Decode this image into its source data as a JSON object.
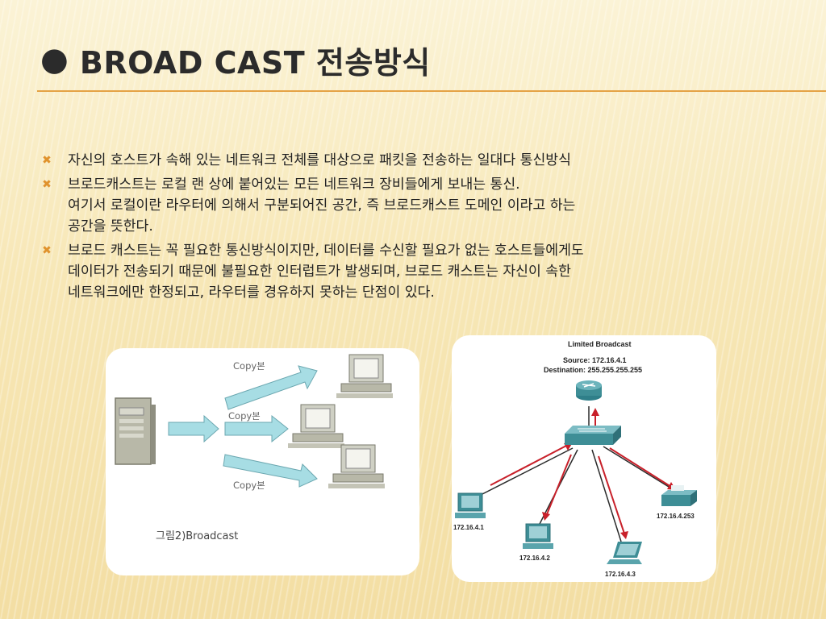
{
  "title": {
    "bullet": "●",
    "text": "BROAD CAST 전송방식"
  },
  "bullets": [
    {
      "icon": "x-bullet-icon",
      "lines": [
        "자신의 호스트가 속해 있는 네트워크 전체를 대상으로 패킷을 전송하는 일대다 통신방식"
      ]
    },
    {
      "icon": "x-bullet-icon",
      "lines": [
        "브로드캐스트는 로컬 랜 상에 붙어있는 모든 네트워크 장비들에게 보내는 통신.",
        "여기서 로컬이란 라우터에 의해서 구분되어진 공간, 즉 브로드캐스트 도메인 이라고 하는",
        "공간을 뜻한다."
      ]
    },
    {
      "icon": "x-bullet-icon",
      "lines": [
        "브로드 캐스트는 꼭 필요한 통신방식이지만, 데이터를 수신할 필요가 없는 호스트들에게도",
        "데이터가 전송되기 때문에 불필요한 인터럽트가 발생되며, 브로드 캐스트는 자신이 속한",
        "네트워크에만 한정되고, 라우터를 경유하지 못하는 단점이 있다."
      ]
    }
  ],
  "figure_left": {
    "copy_labels": [
      "Copy본",
      "Copy본",
      "Copy본"
    ],
    "caption": "그림2)Broadcast"
  },
  "figure_right": {
    "title": "Limited Broadcast",
    "source": "Source: 172.16.4.1",
    "destination": "Destination: 255.255.255.255",
    "hosts": [
      "172.16.4.1",
      "172.16.4.2",
      "172.16.4.3",
      "172.16.4.253"
    ]
  },
  "colors": {
    "accent": "#e4a245",
    "bullet_mark": "#e0922c",
    "arrow_red": "#c8202a",
    "arrow_cyan": "#a7dde4",
    "device_teal": "#3e8e96"
  }
}
